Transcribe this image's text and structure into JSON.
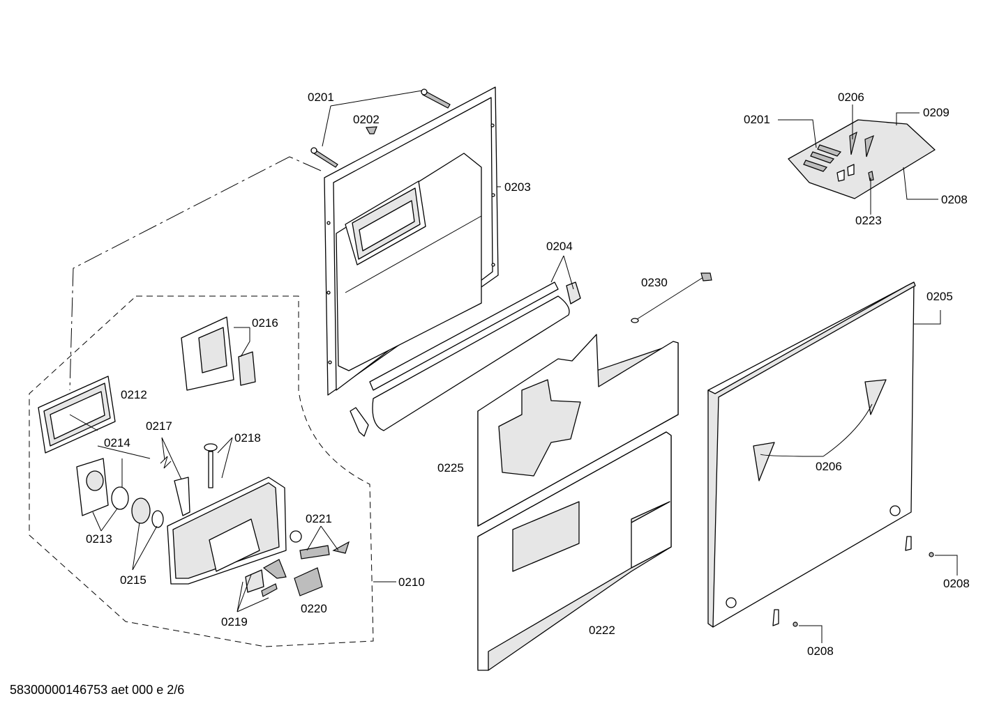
{
  "document_id": "58300000146753 aet 000 e 2/6",
  "labels": {
    "p0201_a": "0201",
    "p0202": "0202",
    "p0203": "0203",
    "p0204": "0204",
    "p0205": "0205",
    "p0206_a": "0206",
    "p0206_b": "0206",
    "p0201_b": "0201",
    "p0209": "0209",
    "p0208_a": "0208",
    "p0208_b": "0208",
    "p0208_c": "0208",
    "p0223": "0223",
    "p0230": "0230",
    "p0225": "0225",
    "p0222": "0222",
    "p0210": "0210",
    "p0212": "0212",
    "p0213": "0213",
    "p0214": "0214",
    "p0215": "0215",
    "p0216": "0216",
    "p0217": "0217",
    "p0218": "0218",
    "p0219": "0219",
    "p0220": "0220",
    "p0221": "0221"
  }
}
